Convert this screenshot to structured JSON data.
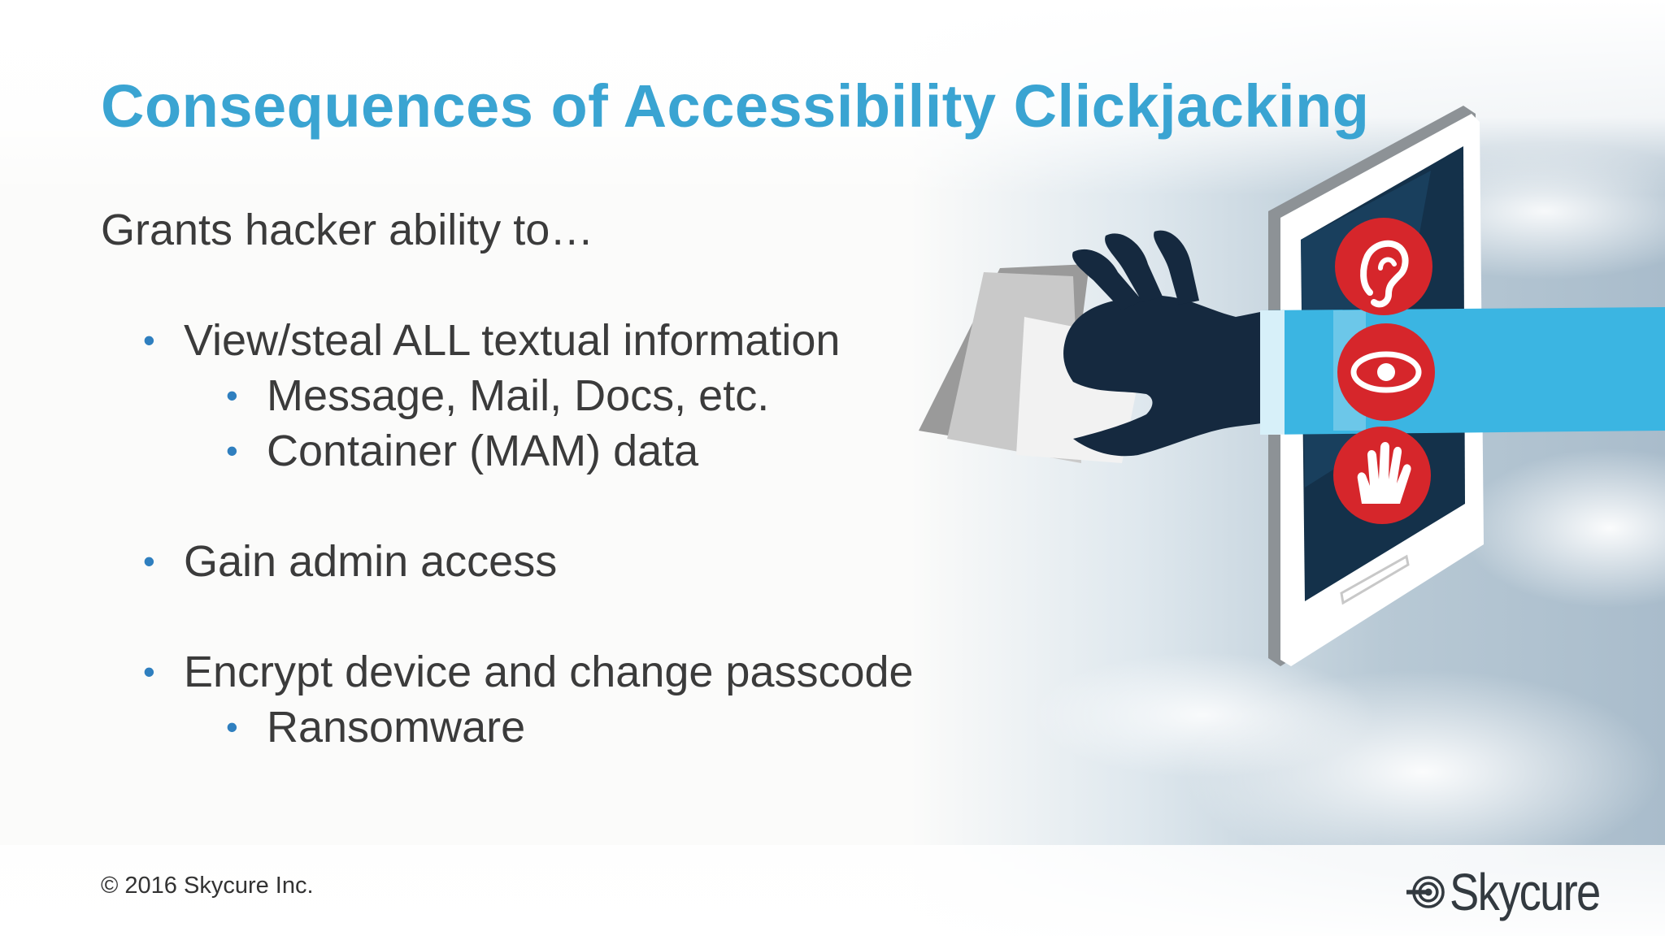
{
  "slide": {
    "title": "Consequences of Accessibility Clickjacking",
    "intro": "Grants hacker ability to…",
    "bullets": [
      {
        "text": "View/steal ALL textual information",
        "sub": [
          "Message, Mail, Docs, etc.",
          "Container (MAM) data"
        ]
      },
      {
        "text": "Gain admin access",
        "sub": []
      },
      {
        "text": "Encrypt device and change passcode",
        "sub": [
          "Ransomware"
        ]
      }
    ],
    "footer": "© 2016 Skycure Inc.",
    "logo_text": "Skycure"
  },
  "colors": {
    "title": "#3aa4d2",
    "body_text": "#3b3b3b",
    "bullet": "#2f7fbf",
    "icon_red": "#d6262b",
    "phone_screen": "#14314a",
    "sleeve": "#3bb5e2",
    "hand": "#15293f"
  },
  "icons": [
    "ear-icon",
    "eye-icon",
    "hand-icon",
    "skycure-logo-icon"
  ]
}
